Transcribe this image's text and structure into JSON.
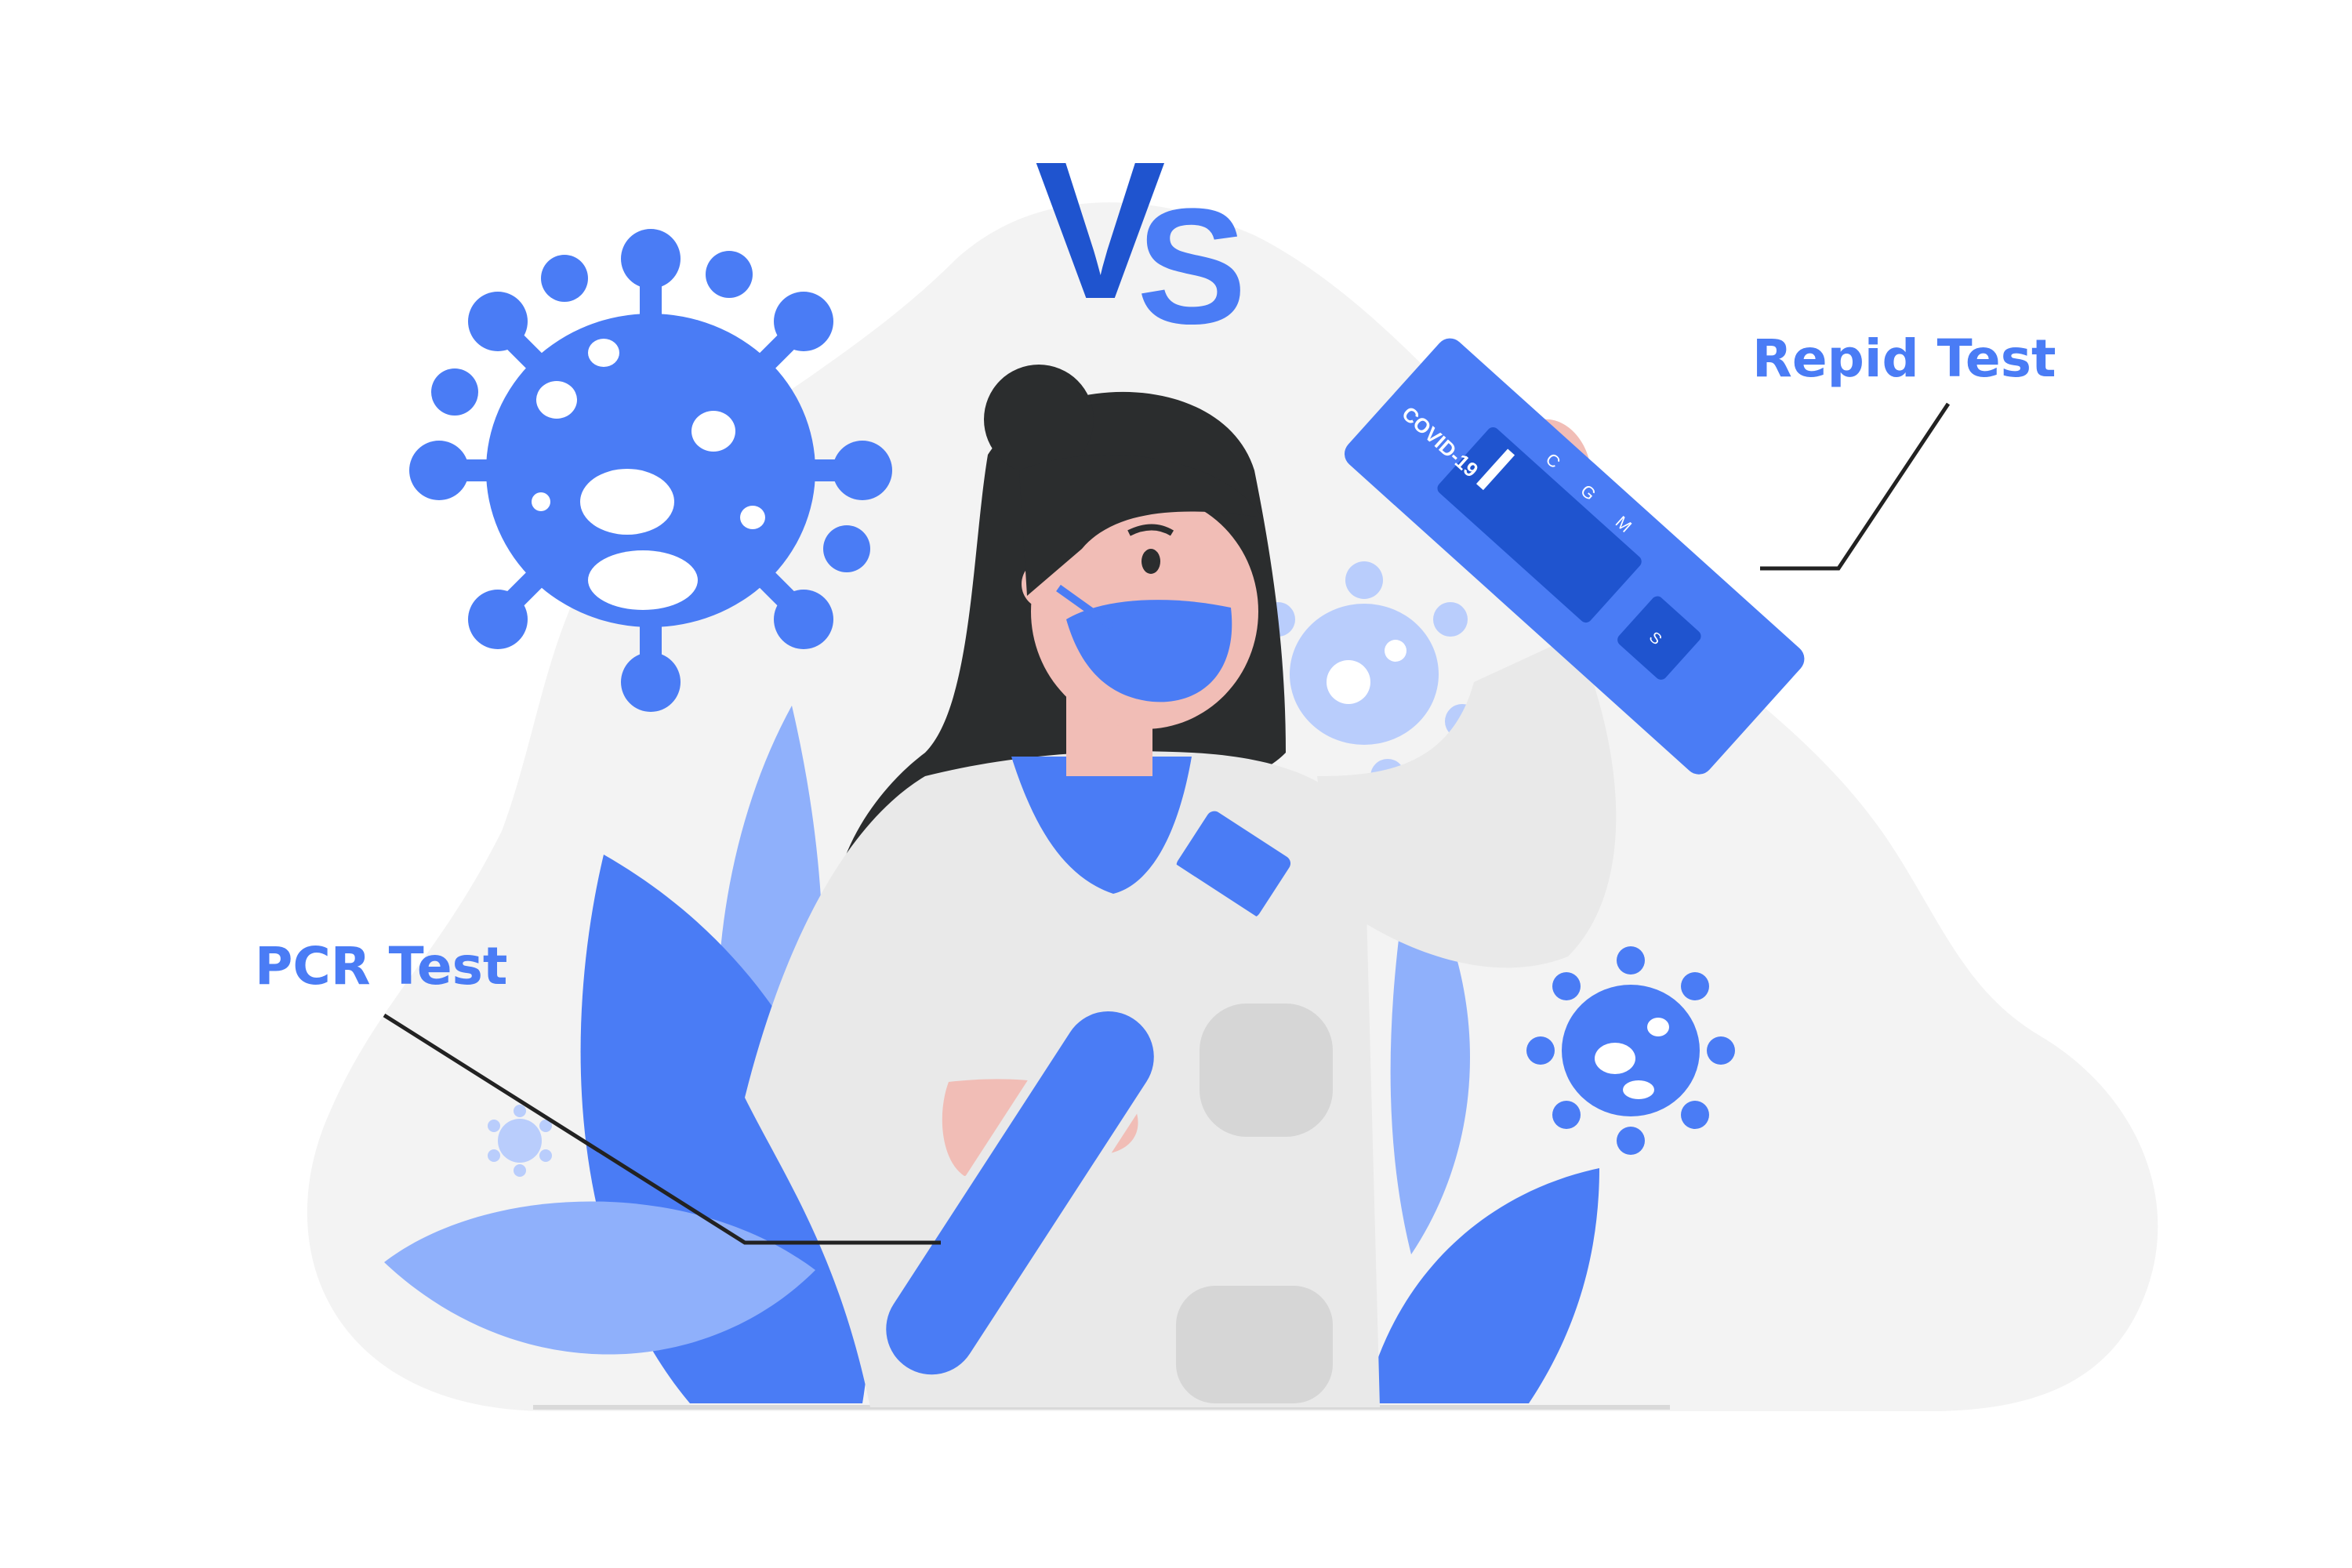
{
  "vs_text": "VS",
  "labels": {
    "rapid": "Repid Test",
    "pcr": "PCR Test"
  },
  "test_card": {
    "brand": "COVID-19",
    "marks": [
      "C",
      "G",
      "M",
      "S"
    ]
  },
  "colors": {
    "accent": "#4a7cf5",
    "accent_dark": "#1f54cf",
    "accent_light": "#8fb0fb",
    "accent_pale": "#b9cdfc",
    "backdrop": "#f3f3f3",
    "coat": "#e9e9e9",
    "coat_shadow": "#d6d6d6",
    "hair": "#2b2d2e",
    "skin": "#f1bdb6",
    "line": "#222222"
  },
  "icons": [
    "virus-icon",
    "leaf-icon",
    "test-tube-icon",
    "rapid-test-card-icon"
  ]
}
